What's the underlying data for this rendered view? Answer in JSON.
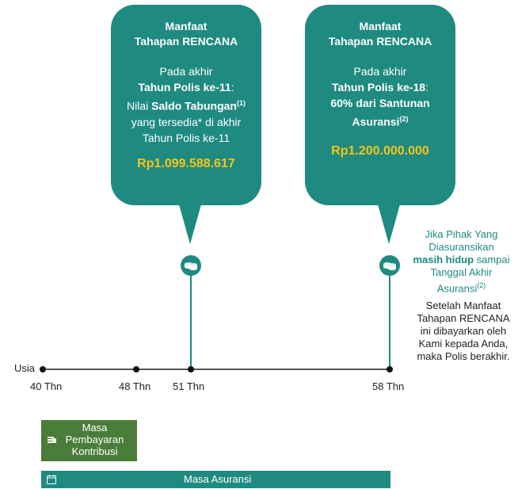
{
  "bubble_left": {
    "title_line1": "Manfaat",
    "title_line2": "Tahapan RENCANA",
    "line1": "Pada akhir",
    "line2_bold": "Tahun Polis ke-11",
    "line2_suffix": ":",
    "line3_prefix": "Nilai ",
    "line3_bold": "Saldo Tabungan",
    "line3_sup": "(1)",
    "line4": "yang tersedia* di akhir",
    "line5": "Tahun Polis ke-11",
    "amount": "Rp1.099.588.617"
  },
  "bubble_right": {
    "title_line1": "Manfaat",
    "title_line2": "Tahapan RENCANA",
    "line1": "Pada akhir",
    "line2_bold": "Tahun Polis ke-18",
    "line2_suffix": ":",
    "line3_bold": "60% dari Santunan",
    "line4_bold": "Asuransi",
    "line4_sup": "(2)",
    "amount": "Rp1.200.000.000"
  },
  "note_teal": {
    "line1": "Jika Pihak Yang",
    "line2": "Diasuransikan",
    "line3_bold": "masih hidup",
    "line3_suffix": " sampai",
    "line4": "Tanggal Akhir",
    "line5": "Asuransi",
    "line5_sup": "(2)"
  },
  "note_dark": {
    "line1": "Setelah Manfaat",
    "line2": "Tahapan RENCANA",
    "line3": "ini dibayarkan oleh",
    "line4": "Kami kepada Anda,",
    "line5": "maka Polis berakhir."
  },
  "timeline": {
    "axis_label": "Usia",
    "ticks": [
      "40 Thn",
      "48 Thn",
      "51 Thn",
      "58 Thn"
    ]
  },
  "bars": {
    "payment_line1": "Masa",
    "payment_line2": "Pembayaran",
    "payment_line3": "Kontribusi",
    "insurance": "Masa Asuransi"
  },
  "icons": [
    "coins-icon",
    "calendar-icon"
  ],
  "colors": {
    "teal": "#1f8a80",
    "gold": "#f5c518",
    "green": "#4a7d39"
  }
}
